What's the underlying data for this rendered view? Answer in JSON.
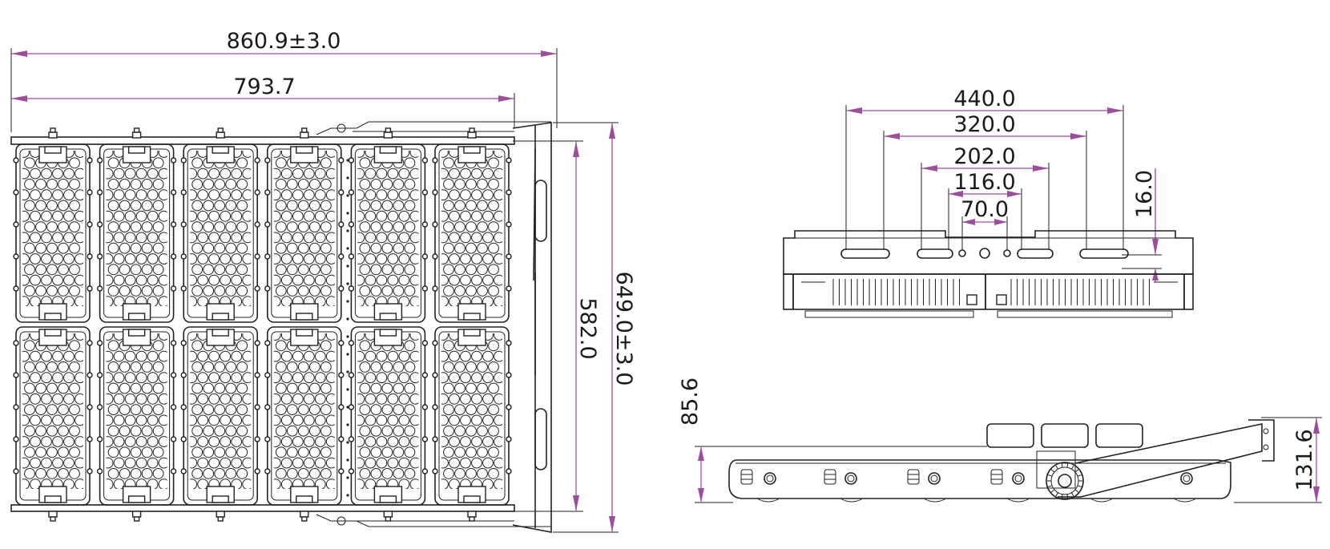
{
  "diagram": {
    "colors": {
      "dimension_line": "#9b4f9b",
      "outline": "#222222",
      "background": "#ffffff"
    },
    "front_view": {
      "dim_overall_width": "860.9±3.0",
      "dim_body_width": "793.7",
      "dim_inner_height": "582.0",
      "dim_overall_height": "649.0±3.0",
      "module_columns": 6,
      "module_rows": 2
    },
    "end_view": {
      "dim_440": "440.0",
      "dim_320": "320.0",
      "dim_202": "202.0",
      "dim_116": "116.0",
      "dim_70": "70.0",
      "dim_16": "16.0"
    },
    "side_view": {
      "dim_body_height": "85.6",
      "dim_total_height": "131.6"
    }
  }
}
